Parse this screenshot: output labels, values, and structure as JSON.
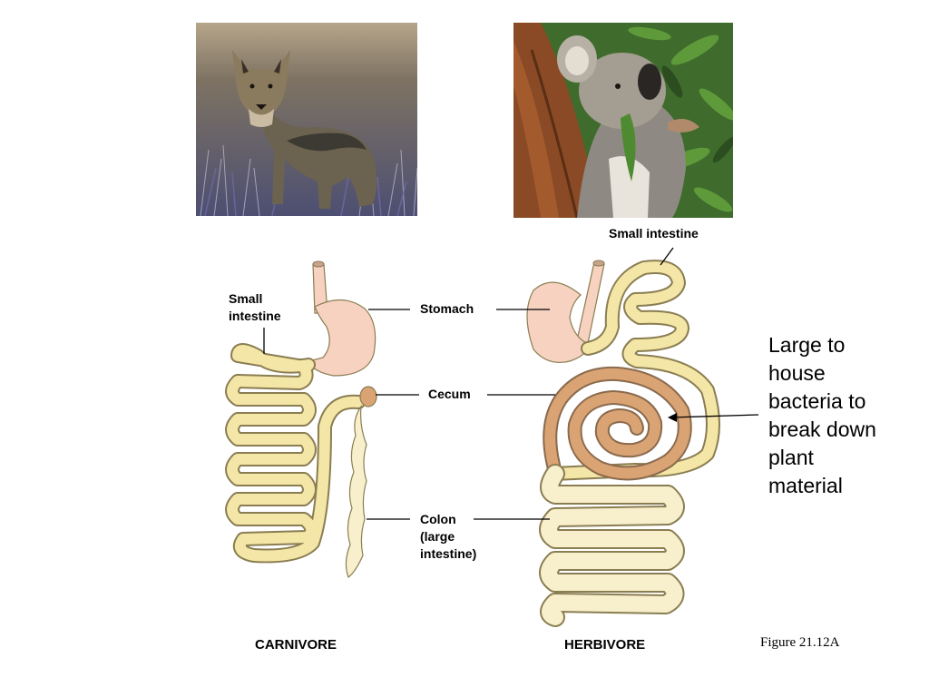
{
  "photos": {
    "carnivore": "coyote-photo",
    "herbivore": "koala-photo"
  },
  "labels": {
    "small_intestine_left": "Small\nintestine",
    "stomach": "Stomach",
    "cecum": "Cecum",
    "colon": "Colon\n(large\nintestine)",
    "small_intestine_right": "Small intestine"
  },
  "callout": "Large to\nhouse\nbacteria to\nbreak down\nplant\nmaterial",
  "captions": {
    "carnivore": "CARNIVORE",
    "herbivore": "HERBIVORE"
  },
  "figure_ref": "Figure 21.12A",
  "colors": {
    "intestine": "#f3e6a6",
    "intestine_outline": "#8a7d52",
    "stomach": "#f7d2c0",
    "cecum": "#d9a373",
    "colon": "#f8f0cc"
  }
}
